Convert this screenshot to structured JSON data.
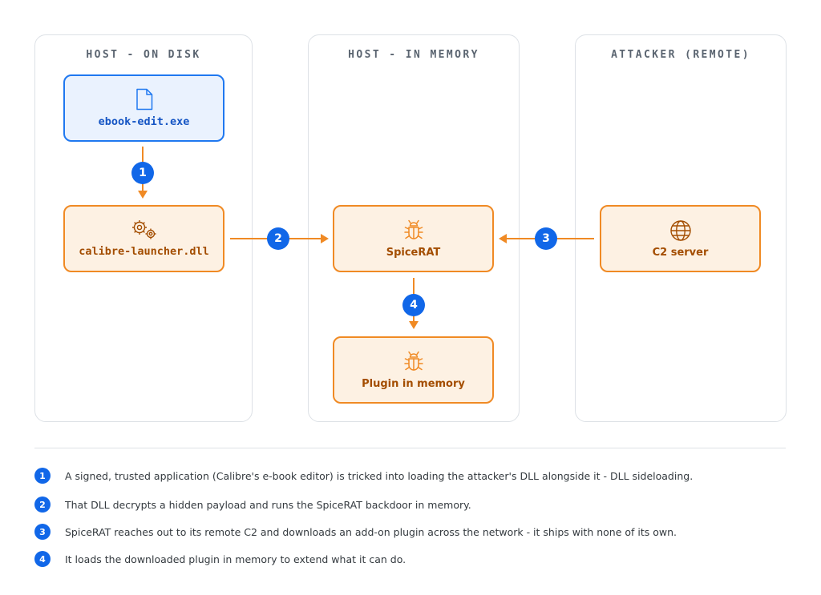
{
  "zones": {
    "disk": "HOST - ON DISK",
    "memory": "HOST - IN MEMORY",
    "attacker": "ATTACKER (REMOTE)"
  },
  "nodes": {
    "ebook_edit": {
      "label": "ebook-edit.exe",
      "icon": "file-icon"
    },
    "launcher": {
      "label": "calibre-launcher.dll",
      "icon": "gears-icon"
    },
    "spicerat": {
      "label": "SpiceRAT",
      "icon": "bug-icon"
    },
    "c2": {
      "label": "C2 server",
      "icon": "globe-icon"
    },
    "plugin": {
      "label": "Plugin in memory",
      "icon": "bug-icon"
    }
  },
  "steps": [
    "1",
    "2",
    "3",
    "4"
  ],
  "legend": [
    {
      "num": "1",
      "text": "A signed, trusted application (Calibre's e-book editor) is tricked into loading the attacker's DLL alongside it - DLL sideloading."
    },
    {
      "num": "2",
      "text": "That DLL decrypts a hidden payload and runs the SpiceRAT backdoor in memory."
    },
    {
      "num": "3",
      "text": "SpiceRAT reaches out to its remote C2 and downloads an add-on plugin across the network - it ships with none of its own."
    },
    {
      "num": "4",
      "text": "It loads the downloaded plugin in memory to extend what it can do."
    }
  ],
  "colors": {
    "accent_orange": "#f08a24",
    "node_fill_orange": "#fdf1e3",
    "accent_blue": "#1f78f0",
    "node_fill_blue": "#eaf2fe",
    "badge_blue": "#1167e8"
  }
}
